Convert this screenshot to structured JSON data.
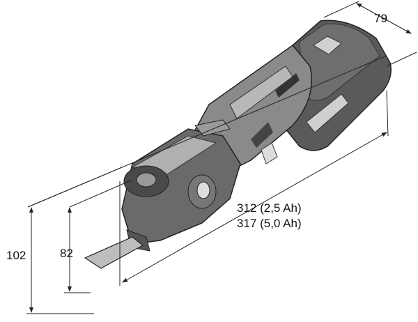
{
  "dimensions": {
    "width_label": "79",
    "length_label_small_battery": "312 (2,5 Ah)",
    "length_label_large_battery": "317 (5,0 Ah)",
    "total_height_label": "102",
    "head_height_label": "82"
  },
  "colors": {
    "body_dark": "#4a4a4a",
    "body_mid": "#7a7a7a",
    "body_light": "#b5b5b5",
    "line": "#222222"
  }
}
